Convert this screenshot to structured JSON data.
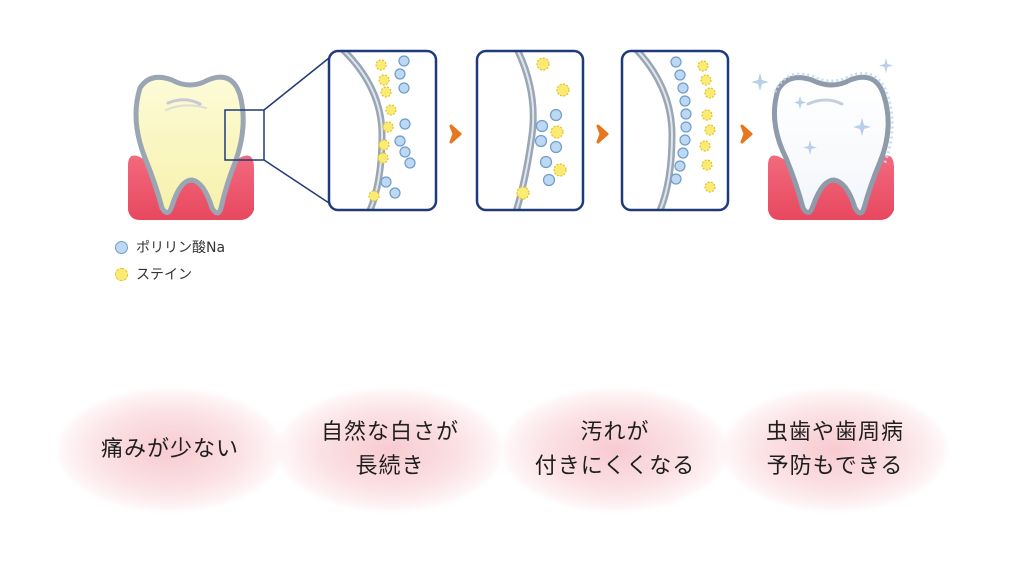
{
  "legend": {
    "items": [
      {
        "label": "ポリリン酸Na",
        "color": "#bcd8f2"
      },
      {
        "label": "ステイン",
        "color": "#fbeb72"
      }
    ]
  },
  "benefits": [
    {
      "lines": [
        "痛みが少ない"
      ]
    },
    {
      "lines": [
        "自然な白さが",
        "長続き"
      ]
    },
    {
      "lines": [
        "汚れが",
        "付きにくくなる"
      ]
    },
    {
      "lines": [
        "虫歯や歯周病",
        "予防もできる"
      ]
    }
  ],
  "colors": {
    "frame": "#1f3a7a",
    "arrow": "#e8761e",
    "gum": "#f0566c",
    "tooth_yellow": "#fbf7c6",
    "tooth_white": "#ffffff",
    "enamel_gray": "#9aa6b4",
    "blue_particle": "#bcd8f2",
    "yellow_particle": "#fbeb72"
  },
  "icons": [
    "yellow-tooth-icon",
    "white-tooth-icon",
    "chevron-right-icon",
    "sparkle-icon"
  ]
}
